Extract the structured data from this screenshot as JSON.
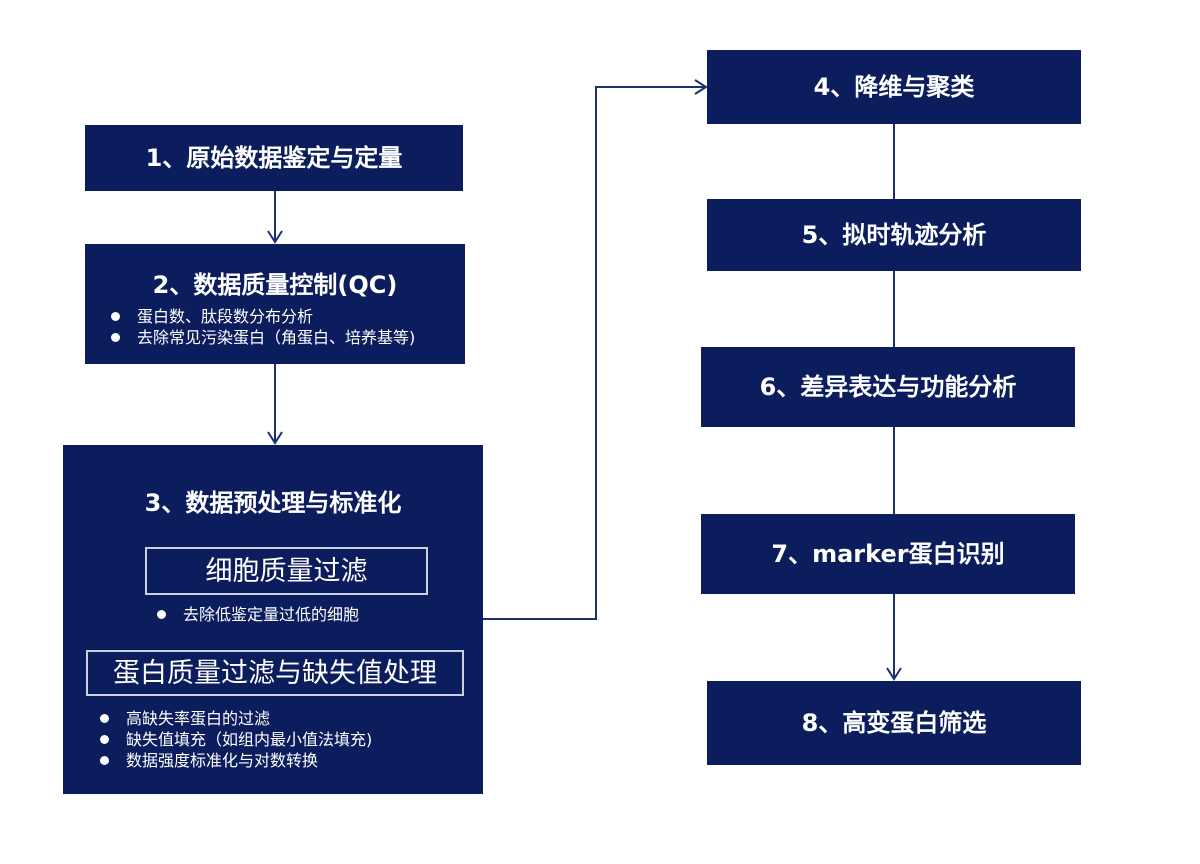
{
  "steps": [
    {
      "title": "1、原始数据鉴定与定量"
    },
    {
      "title": "2、数据质量控制(QC)",
      "bullets": [
        "蛋白数、肽段数分布分析",
        "去除常见污染蛋白（角蛋白、培养基等)"
      ]
    },
    {
      "title": "3、数据预处理与标准化",
      "sections": [
        {
          "heading": "细胞质量过滤",
          "bullets": [
            "去除低鉴定量过低的细胞"
          ]
        },
        {
          "heading": "蛋白质量过滤与缺失值处理",
          "bullets": [
            "高缺失率蛋白的过滤",
            "缺失值填充（如组内最小值法填充)",
            "数据强度标准化与对数转换"
          ]
        }
      ]
    },
    {
      "title": "4、降维与聚类"
    },
    {
      "title": "5、拟时轨迹分析"
    },
    {
      "title": "6、差异表达与功能分析"
    },
    {
      "title": "7、marker蛋白识别"
    },
    {
      "title": "8、高变蛋白筛选"
    }
  ],
  "colors": {
    "box_fill": "#0b1d5c",
    "connector": "#1c2f6e",
    "subbox_border": "#c9cfdc",
    "text": "#ffffff"
  }
}
